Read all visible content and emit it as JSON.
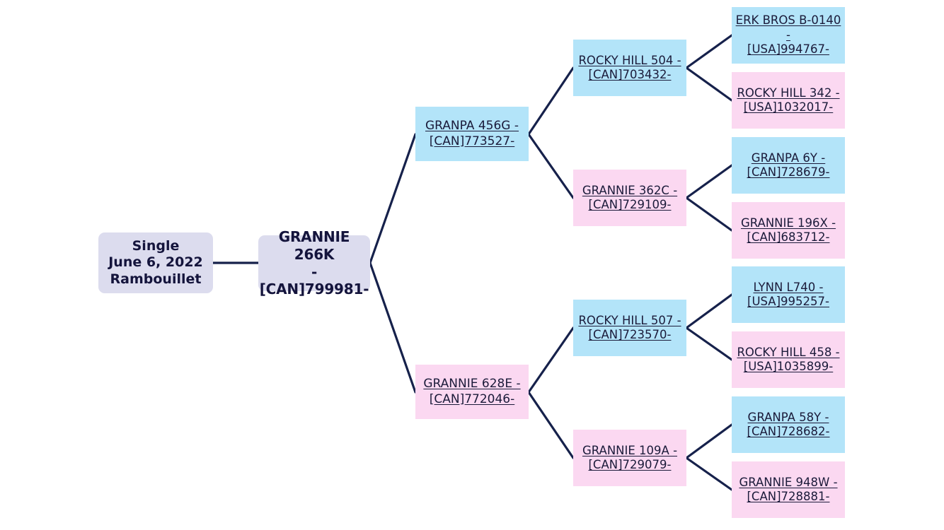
{
  "chart": {
    "type": "pedigree-tree",
    "title": "GRANNIE 266K pedigree",
    "colors": {
      "background": "#ffffff",
      "subject_fill": "#dcdcee",
      "info_fill": "#dcdcee",
      "sire_fill": "#b3e4f9",
      "dam_fill": "#fbd8f1",
      "edge": "#16214b",
      "text": "#14143c",
      "link_text": "#1b1b3a"
    }
  },
  "info_card": {
    "line1": "Single",
    "line2": "June 6, 2022",
    "line3": "Rambouillet",
    "text": "Single\nJune 6, 2022\nRambouillet"
  },
  "subject": {
    "name": "GRANNIE 266K",
    "registration": "-[CAN]799981-",
    "text": "GRANNIE 266K\n-[CAN]799981-"
  },
  "generation2": [
    {
      "role": "sire",
      "name": "GRANPA 456G -",
      "registration": "[CAN]773527-",
      "text": "GRANPA 456G -\n[CAN]773527-"
    },
    {
      "role": "dam",
      "name": "GRANNIE 628E -",
      "registration": "[CAN]772046-",
      "text": "GRANNIE 628E -\n[CAN]772046-"
    }
  ],
  "generation3": [
    {
      "role": "sire",
      "name": "ROCKY HILL 504 -",
      "registration": "[CAN]703432-",
      "text": "ROCKY HILL 504 -\n[CAN]703432-"
    },
    {
      "role": "dam",
      "name": "GRANNIE 362C -",
      "registration": "[CAN]729109-",
      "text": "GRANNIE 362C -\n[CAN]729109-"
    },
    {
      "role": "sire",
      "name": "ROCKY HILL 507 -",
      "registration": "[CAN]723570-",
      "text": "ROCKY HILL 507 -\n[CAN]723570-"
    },
    {
      "role": "dam",
      "name": "GRANNIE 109A -",
      "registration": "[CAN]729079-",
      "text": "GRANNIE 109A -\n[CAN]729079-"
    }
  ],
  "generation4": [
    {
      "role": "sire",
      "name": "ERK BROS B-0140 -",
      "registration": "[USA]994767-",
      "text": "ERK BROS B-0140 -\n[USA]994767-"
    },
    {
      "role": "dam",
      "name": "ROCKY HILL 342 -",
      "registration": "[USA]1032017-",
      "text": "ROCKY HILL 342 -\n[USA]1032017-"
    },
    {
      "role": "sire",
      "name": "GRANPA 6Y -",
      "registration": "[CAN]728679-",
      "text": "GRANPA 6Y -\n[CAN]728679-"
    },
    {
      "role": "dam",
      "name": "GRANNIE 196X -",
      "registration": "[CAN]683712-",
      "text": "GRANNIE 196X -\n[CAN]683712-"
    },
    {
      "role": "sire",
      "name": "LYNN L740 -",
      "registration": "[USA]995257-",
      "text": "LYNN L740 -\n[USA]995257-"
    },
    {
      "role": "dam",
      "name": "ROCKY HILL 458 -",
      "registration": "[USA]1035899-",
      "text": "ROCKY HILL 458 -\n[USA]1035899-"
    },
    {
      "role": "sire",
      "name": "GRANPA 58Y -",
      "registration": "[CAN]728682-",
      "text": "GRANPA 58Y -\n[CAN]728682-"
    },
    {
      "role": "dam",
      "name": "GRANNIE 948W -",
      "registration": "[CAN]728881-",
      "text": "GRANNIE 948W -\n[CAN]728881-"
    }
  ]
}
